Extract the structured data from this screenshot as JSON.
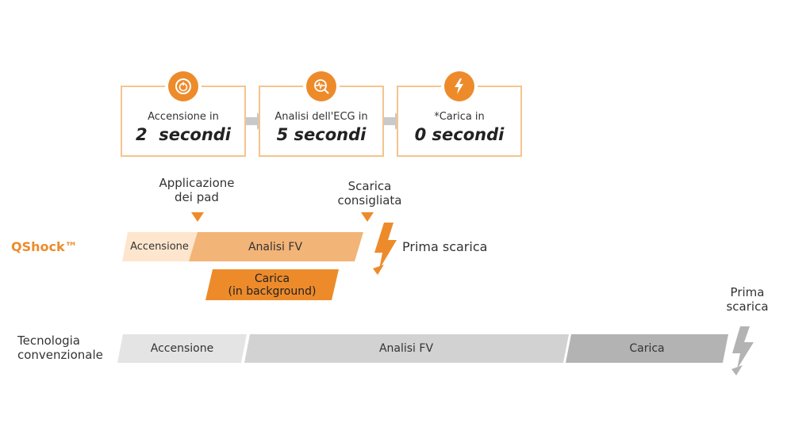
{
  "steps": [
    {
      "icon": "power-icon",
      "label": "Accensione in",
      "value": "2  secondi"
    },
    {
      "icon": "ecg-analysis-icon",
      "label": "Analisi dell'ECG in",
      "value": "5 secondi"
    },
    {
      "icon": "lightning-icon",
      "label": "*Carica in",
      "value": "0 secondi"
    }
  ],
  "markers": {
    "pads": "Applicazione\ndei pad",
    "shock_advised": "Scarica\nconsigliata"
  },
  "qshock": {
    "title": "QShock™",
    "startup": "Accensione",
    "analysis": "Analisi FV",
    "charge": "Carica\n(in background)",
    "first_shock": "Prima scarica"
  },
  "conventional": {
    "title": "Tecnologia\nconvenzionale",
    "startup": "Accensione",
    "analysis": "Analisi FV",
    "charge": "Carica",
    "first_shock": "Prima\nscarica"
  },
  "colors": {
    "accent": "#ed8b2b",
    "accent_mid": "#f3b478",
    "accent_light": "#fde6cd",
    "gray_light": "#e4e4e4",
    "gray_mid": "#d2d2d2",
    "gray_dark": "#b3b3b3"
  }
}
